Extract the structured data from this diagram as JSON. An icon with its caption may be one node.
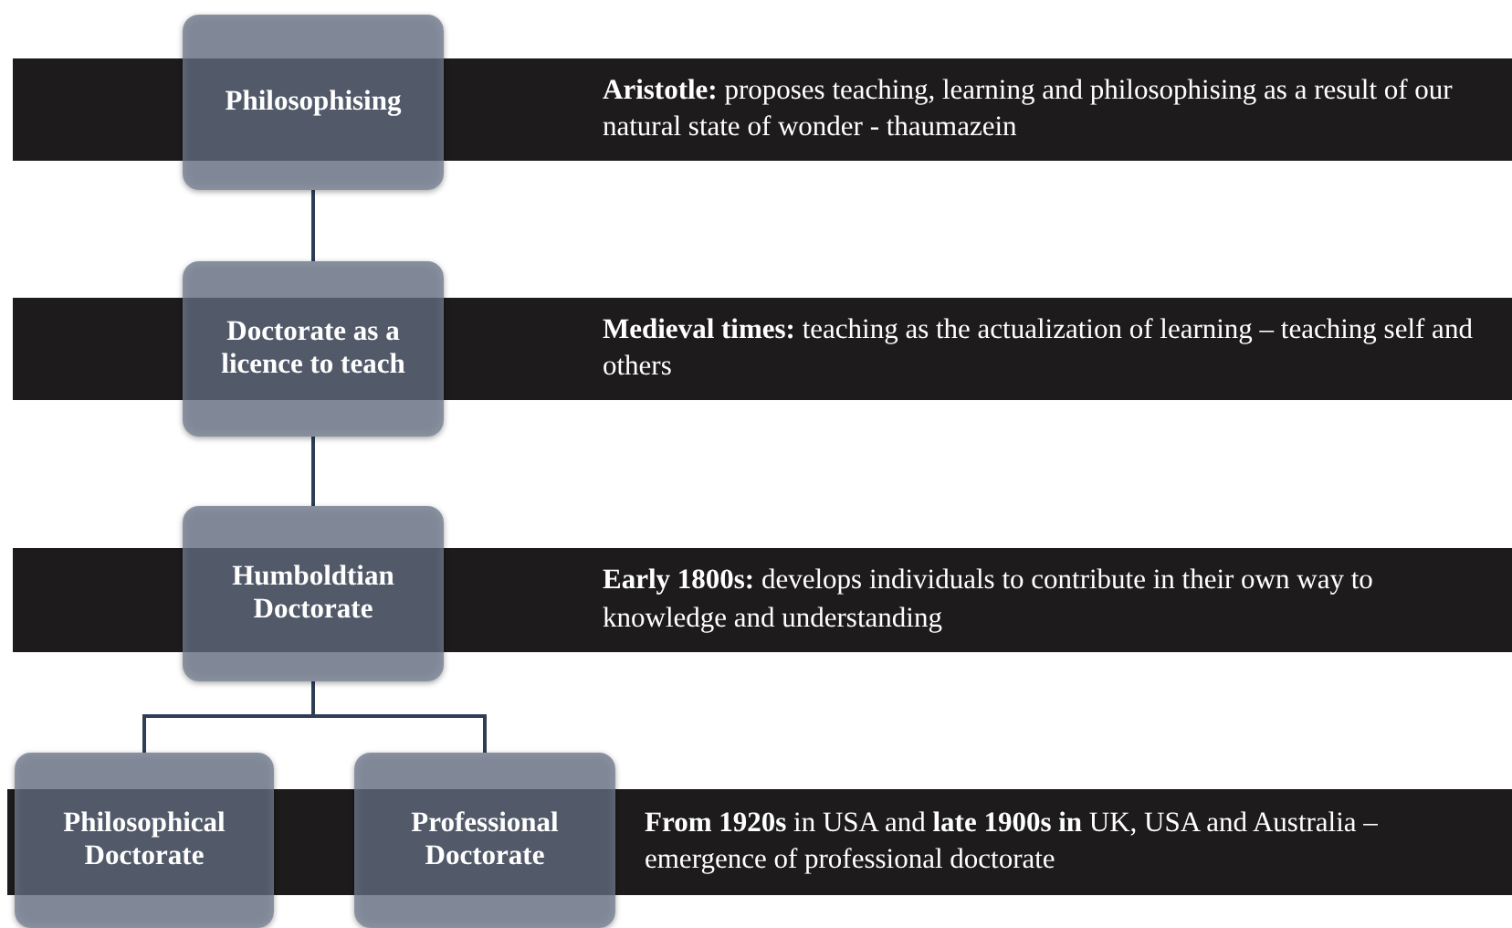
{
  "diagram": {
    "nodes": [
      {
        "text": [
          "Philosophising"
        ]
      },
      {
        "text": [
          "**Aristotle:** proposes teaching, learning and philosophising as a result of our natural state of wonder - thaumazein"
        ]
      },
      {
        "text": [
          "Doctorate as a licence to teach"
        ]
      },
      {
        "text": [
          "**Medieval times:** teaching as the actualization of learning – teaching self and others"
        ]
      },
      {
        "text": [
          "Humboldtian Doctorate"
        ]
      },
      {
        "text": [
          "**Early 1800s:** develops individuals to contribute in their own way to knowledge and understanding"
        ]
      },
      {
        "text": [
          "Philosophical Doctorate"
        ]
      },
      {
        "text": [
          "Professional Doctorate"
        ]
      },
      {
        "text": [
          "**From 1920s** in USA and **late 1900s in** UK, USA and Australia – emergence of professional doctorate"
        ]
      }
    ],
    "edges": [
      {
        "from": 0,
        "to": 2,
        "arrow": "none"
      },
      {
        "from": 2,
        "to": 4,
        "arrow": "none"
      },
      {
        "from": 4,
        "to": 6,
        "arrow": "none"
      },
      {
        "from": 4,
        "to": 7,
        "arrow": "none"
      }
    ]
  }
}
